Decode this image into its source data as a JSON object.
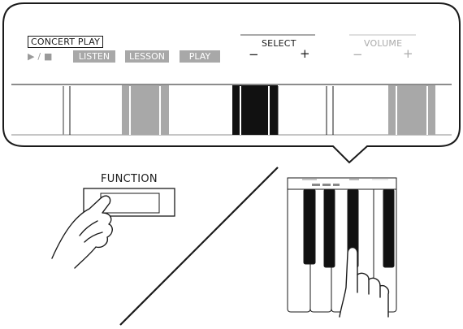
{
  "panel": {
    "concert_play_label": "CONCERT PLAY",
    "play_stop_label": "▶ / ■",
    "buttons": {
      "listen": "LISTEN",
      "lesson": "LESSON",
      "play": "PLAY"
    },
    "select": {
      "label": "SELECT",
      "minus": "−",
      "plus": "+"
    },
    "volume": {
      "label": "VOLUME",
      "minus": "−",
      "plus": "+"
    }
  },
  "function_button": {
    "label": "FUNCTION"
  },
  "icons": {
    "hand_pressing_button": "hand-pointer-icon",
    "hand_on_keys": "hand-pointer-icon"
  },
  "colors": {
    "line": "#1a1a1a",
    "disabled_gray": "#a8a8a8",
    "black_key": "#111111"
  }
}
